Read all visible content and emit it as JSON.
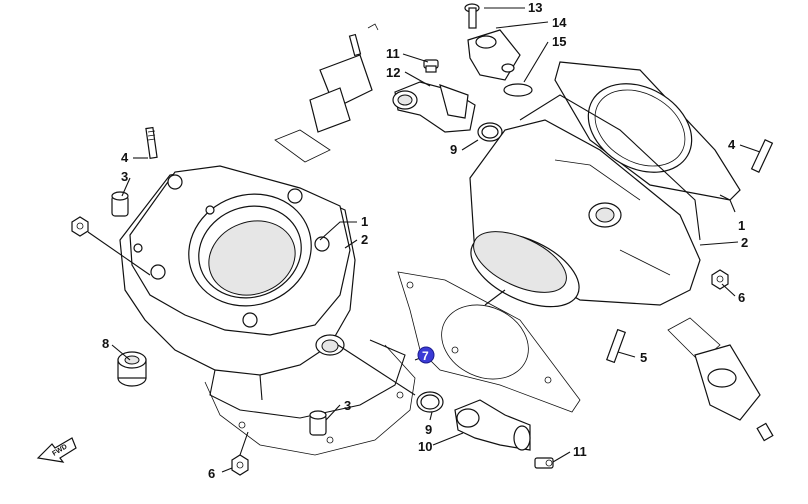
{
  "diagram": {
    "callouts": [
      {
        "id": "c13",
        "label": "13"
      },
      {
        "id": "c14",
        "label": "14"
      },
      {
        "id": "c15",
        "label": "15"
      },
      {
        "id": "c11a",
        "label": "11"
      },
      {
        "id": "c12",
        "label": "12"
      },
      {
        "id": "c9a",
        "label": "9"
      },
      {
        "id": "c4a",
        "label": "4"
      },
      {
        "id": "c3a",
        "label": "3"
      },
      {
        "id": "c1a",
        "label": "1"
      },
      {
        "id": "c2a",
        "label": "2"
      },
      {
        "id": "c8",
        "label": "8"
      },
      {
        "id": "c7",
        "label": "7",
        "highlighted": true
      },
      {
        "id": "c3b",
        "label": "3"
      },
      {
        "id": "c9b",
        "label": "9"
      },
      {
        "id": "c10",
        "label": "10"
      },
      {
        "id": "c11b",
        "label": "11"
      },
      {
        "id": "c6a",
        "label": "6"
      },
      {
        "id": "c4b",
        "label": "4"
      },
      {
        "id": "c1b",
        "label": "1"
      },
      {
        "id": "c2b",
        "label": "2"
      },
      {
        "id": "c6b",
        "label": "6"
      },
      {
        "id": "c5",
        "label": "5"
      }
    ],
    "direction_badge": "FWD",
    "highlight_color": "#3b3bd6"
  }
}
